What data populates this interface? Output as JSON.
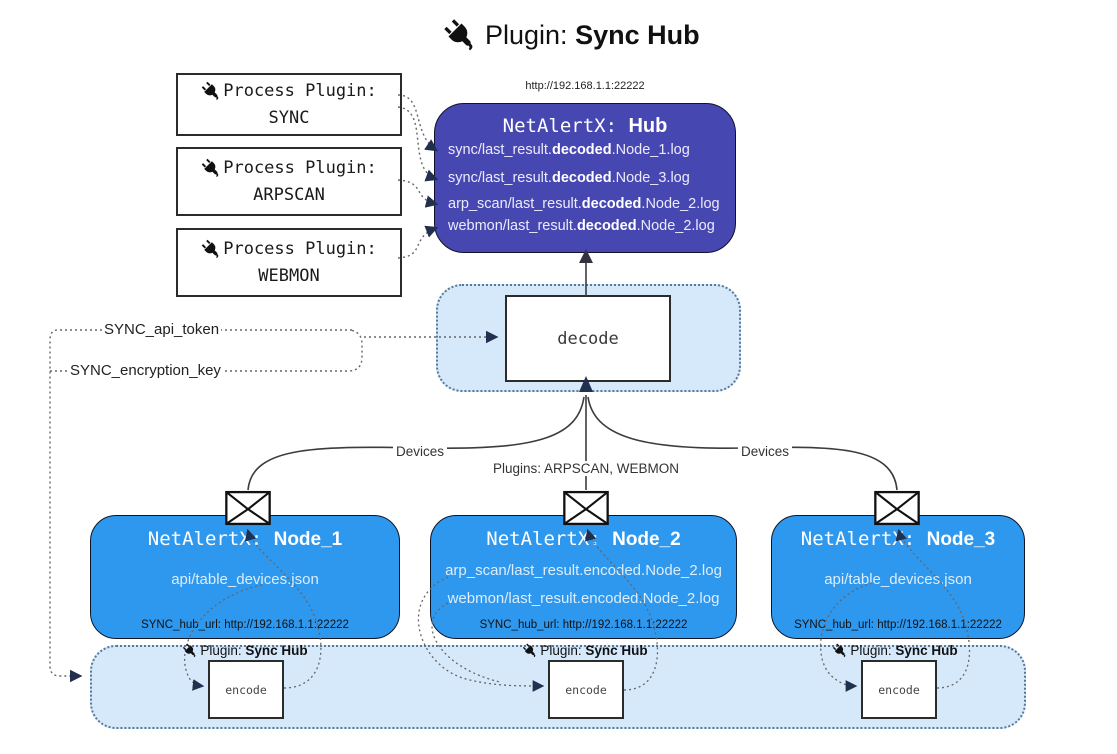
{
  "header": {
    "prefix": "Plugin: ",
    "bold": "Sync Hub"
  },
  "process_plugins": {
    "prefix": "Process Plugin:",
    "items": [
      "SYNC",
      "ARPSCAN",
      "WEBMON"
    ]
  },
  "hub": {
    "url": "http://192.168.1.1:22222",
    "name_prefix": "NetAlertX: ",
    "name_bold": "Hub",
    "lines": [
      {
        "pre": "sync/last_result.",
        "bold": "decoded",
        "post": ".Node_1.log"
      },
      {
        "pre": "sync/last_result.",
        "bold": "decoded",
        "post": ".Node_3.log"
      },
      {
        "pre": "arp_scan/last_result.",
        "bold": "decoded",
        "post": ".Node_2.log"
      },
      {
        "pre": "webmon/last_result.",
        "bold": "decoded",
        "post": ".Node_2.log"
      }
    ]
  },
  "decode": {
    "label": "decode"
  },
  "tokens": {
    "api_token": "SYNC_api_token",
    "encryption_key": "SYNC_encryption_key"
  },
  "edges": {
    "left": "Devices",
    "middle": "Plugins: ARPSCAN, WEBMON",
    "right": "Devices"
  },
  "nodes": [
    {
      "name_prefix": "NetAlertX: ",
      "name_bold": "Node_1",
      "files": [
        "api/table_devices.json"
      ],
      "hub_url": "SYNC_hub_url: http://192.168.1.1:22222"
    },
    {
      "name_prefix": "NetAlertX: ",
      "name_bold": "Node_2",
      "files": [
        "arp_scan/last_result.encoded.Node_2.log",
        "webmon/last_result.encoded.Node_2.log"
      ],
      "hub_url": "SYNC_hub_url: http://192.168.1.1:22222"
    },
    {
      "name_prefix": "NetAlertX: ",
      "name_bold": "Node_3",
      "files": [
        "api/table_devices.json"
      ],
      "hub_url": "SYNC_hub_url: http://192.168.1.1:22222"
    }
  ],
  "encoders": {
    "plugin_prefix": "Plugin: ",
    "plugin_bold": "Sync Hub",
    "encode_label": "encode"
  },
  "icons": {
    "plug": "plug-icon",
    "envelope": "envelope-icon"
  },
  "colors": {
    "hub_fill": "#4747b2",
    "node_fill": "#2e97ee",
    "container_fill": "#d6e9fb",
    "container_border": "#56789a",
    "arrowhead": "#22304f",
    "wire": "#3c3c3c",
    "dotted_wire": "#666666"
  }
}
